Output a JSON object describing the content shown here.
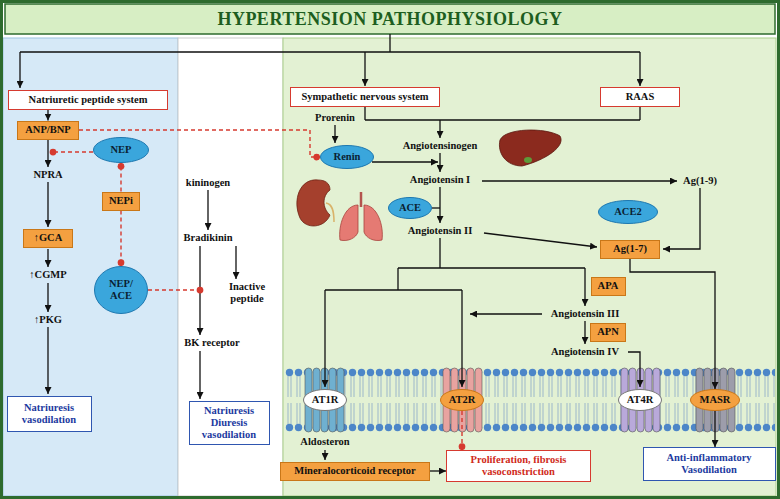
{
  "diagram": {
    "title": "HYPERTENSION PATHOPHYSIOLOGY",
    "nodes": [
      {
        "text": [
          "Natriuretic peptide system"
        ]
      },
      {
        "text": [
          "Sympathetic nervous system"
        ]
      },
      {
        "text": [
          "RAAS"
        ]
      },
      {
        "text": [
          "ANP/BNP"
        ]
      },
      {
        "text": [
          "NEP"
        ]
      },
      {
        "text": [
          "Renin"
        ]
      },
      {
        "text": [
          "NEPi"
        ]
      },
      {
        "text": [
          "↑GCA"
        ]
      },
      {
        "text": [
          "ACE"
        ]
      },
      {
        "text": [
          "ACE2"
        ]
      },
      {
        "text": [
          "Ag(1-7)"
        ]
      },
      {
        "text": [
          "NEP/ ACE"
        ]
      },
      {
        "text": [
          "APA"
        ]
      },
      {
        "text": [
          "APN"
        ]
      },
      {
        "text": [
          "AT1R"
        ]
      },
      {
        "text": [
          "AT2R"
        ]
      },
      {
        "text": [
          "AT4R"
        ]
      },
      {
        "text": [
          "MASR"
        ]
      },
      {
        "text": [
          "Natriuresis vasodilation"
        ]
      },
      {
        "text": [
          "Natriuresis Diuresis vasodilation"
        ]
      },
      {
        "text": [
          "Mineralocorticoid receptor"
        ]
      },
      {
        "text": [
          "Proliferation, fibrosis vasoconstriction"
        ]
      },
      {
        "text": [
          "Anti-inflammatory Vasodilation"
        ]
      }
    ],
    "edges": [
      {
        "from": 0,
        "to": 3,
        "arrow": "to"
      },
      {
        "from": 3,
        "to": 5,
        "arrow": "to"
      },
      {
        "from": 6,
        "to": 4,
        "arrow": "to"
      },
      {
        "from": 6,
        "to": 11,
        "arrow": "to"
      },
      {
        "from": 10,
        "to": 17,
        "arrow": "to"
      },
      {
        "from": 15,
        "to": 21,
        "arrow": "to"
      },
      {
        "from": 17,
        "to": 22,
        "arrow": "to"
      },
      {
        "from": 20,
        "to": 21,
        "arrow": "to"
      }
    ],
    "labels": [
      "NPRA",
      "↑CGMP",
      "↑PKG",
      "kininogen",
      "Bradikinin",
      "Inactive peptide",
      "BK receptor",
      "Prorenin",
      "Angiotensinogen",
      "Angiotensin I",
      "Ag(1-9)",
      "Angiotensin II",
      "Angiotensin III",
      "Angiotensin IV",
      "Aldosteron"
    ]
  }
}
